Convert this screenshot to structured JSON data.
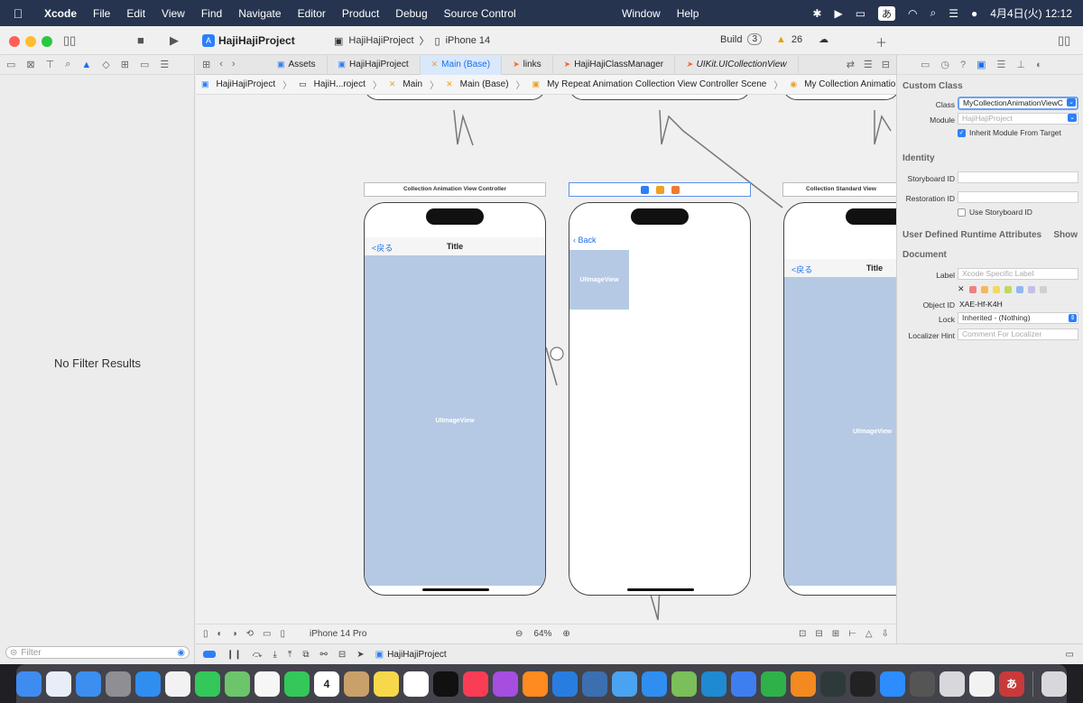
{
  "menubar": {
    "app": "Xcode",
    "items": [
      "File",
      "Edit",
      "View",
      "Find",
      "Navigate",
      "Editor",
      "Product",
      "Debug",
      "Source Control"
    ],
    "center_items": [
      "Window",
      "Help"
    ],
    "ime": "あ",
    "clock": "4月4日(火)  12:12"
  },
  "titlebar": {
    "project": "HajiHajiProject",
    "scheme": "HajiHajiProject",
    "device": "iPhone 14",
    "build_label": "Build",
    "build_count": "3",
    "warnings": "26"
  },
  "navigator": {
    "empty_message": "No Filter Results",
    "filter_placeholder": "Filter"
  },
  "tabs": [
    {
      "label": "Assets",
      "icon": "assets-icon"
    },
    {
      "label": "HajiHajiProject",
      "icon": "project-icon"
    },
    {
      "label": "Main (Base)",
      "icon": "storyboard-icon"
    },
    {
      "label": "links",
      "icon": "swift-icon"
    },
    {
      "label": "HajiHajiClassManager",
      "icon": "swift-icon"
    },
    {
      "label": "UIKit.UICollectionView",
      "icon": "swift-icon"
    }
  ],
  "jumpbar": [
    "HajiHajiProject",
    "HajiH...roject",
    "Main",
    "Main (Base)",
    "My Repeat Animation Collection View Controller Scene",
    "My Collection Animation View Controller"
  ],
  "scenes": {
    "left_label": "Collection Animation View Controller",
    "right_label": "Collection Standard View",
    "left_back": "<戻る",
    "left_title": "Title",
    "left_image": "UIImageView",
    "mid_back": "Back",
    "mid_image": "UIImageView",
    "right_back": "<戻る",
    "right_title": "Title",
    "right_image": "UIImageView"
  },
  "canvas_bottom": {
    "device": "iPhone 14 Pro",
    "zoom": "64%"
  },
  "debugbar": {
    "project": "HajiHajiProject"
  },
  "inspector": {
    "custom_class_header": "Custom Class",
    "class_label": "Class",
    "class_value": "MyCollectionAnimationViewC",
    "module_label": "Module",
    "module_placeholder": "HajiHajiProject",
    "inherit_label": "Inherit Module From Target",
    "identity_header": "Identity",
    "storyboard_id_label": "Storyboard ID",
    "restoration_id_label": "Restoration ID",
    "use_storyboard_label": "Use Storyboard ID",
    "udra_header": "User Defined Runtime Attributes",
    "show_label": "Show",
    "document_header": "Document",
    "label_label": "Label",
    "label_placeholder": "Xcode Specific Label",
    "object_id_label": "Object ID",
    "object_id_value": "XAE-Hf-K4H",
    "lock_label": "Lock",
    "lock_value": "Inherited - (Nothing)",
    "localizer_label": "Localizer Hint",
    "localizer_placeholder": "Comment For Localizer",
    "swatch_x": "✕",
    "swatch_colors": [
      "#f08080",
      "#f4b860",
      "#f4d860",
      "#c0d860",
      "#90b8f0",
      "#c0c0e8",
      "#d0d0d0"
    ]
  },
  "dock": {
    "calendar_day": "4",
    "ime": "あ",
    "apps": [
      {
        "name": "finder",
        "color": "#3f8cf0"
      },
      {
        "name": "launchpad",
        "color": "#e8eef8"
      },
      {
        "name": "mail",
        "color": "#3c8ef0"
      },
      {
        "name": "settings",
        "color": "#8e8e93"
      },
      {
        "name": "safari",
        "color": "#2f8ef0"
      },
      {
        "name": "chrome",
        "color": "#f2f2f2"
      },
      {
        "name": "messages",
        "color": "#34c759"
      },
      {
        "name": "maps",
        "color": "#6cc56a"
      },
      {
        "name": "photos",
        "color": "#f6f6f6"
      },
      {
        "name": "facetime",
        "color": "#34c759"
      },
      {
        "name": "calendar",
        "color": "#ffffff"
      },
      {
        "name": "contacts",
        "color": "#c9a06a"
      },
      {
        "name": "notes",
        "color": "#f7d84a"
      },
      {
        "name": "reminders",
        "color": "#ffffff"
      },
      {
        "name": "tv",
        "color": "#111111"
      },
      {
        "name": "music",
        "color": "#fa3d55"
      },
      {
        "name": "podcasts",
        "color": "#a54ee0"
      },
      {
        "name": "books",
        "color": "#ff8a1f"
      },
      {
        "name": "xcode",
        "color": "#2a7de0"
      },
      {
        "name": "instruments",
        "color": "#3b6fb0"
      },
      {
        "name": "testflight",
        "color": "#4aa3f0"
      },
      {
        "name": "appstore",
        "color": "#2f8ef0"
      },
      {
        "name": "swift-playgrounds",
        "color": "#7abf5a"
      },
      {
        "name": "vscode",
        "color": "#1f8ad2"
      },
      {
        "name": "keynote",
        "color": "#3f7ef0"
      },
      {
        "name": "numbers",
        "color": "#2fb14a"
      },
      {
        "name": "pages",
        "color": "#f28a1f"
      },
      {
        "name": "chatgpt",
        "color": "#2e3a3a"
      },
      {
        "name": "terminal",
        "color": "#222222"
      },
      {
        "name": "zoom",
        "color": "#2d8cff"
      },
      {
        "name": "calculator",
        "color": "#555555"
      },
      {
        "name": "preview",
        "color": "#d8d8dc"
      },
      {
        "name": "textedit",
        "color": "#f2f2f2"
      },
      {
        "name": "ime-app",
        "color": "#c83a3a"
      },
      {
        "name": "trash",
        "color": "#d8d8dc"
      }
    ]
  }
}
